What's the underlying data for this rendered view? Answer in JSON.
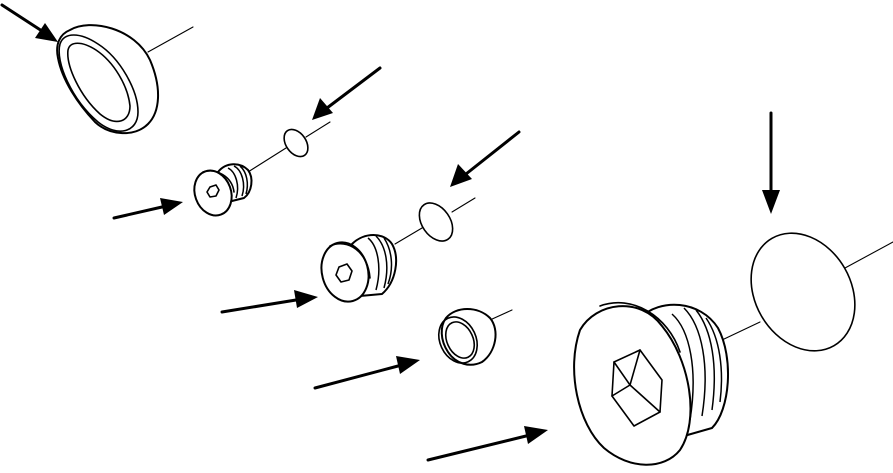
{
  "figure": {
    "kind": "exploded-view-line-drawing",
    "background": "#ffffff",
    "ink": "#000000",
    "labels": []
  },
  "parts": [
    {
      "id": "cap-large",
      "shape": "cylindrical cap"
    },
    {
      "id": "plug-small",
      "shape": "hex socket plug, small"
    },
    {
      "id": "o-ring-small",
      "shape": "o-ring"
    },
    {
      "id": "plug-medium",
      "shape": "hex socket plug, medium"
    },
    {
      "id": "o-ring-medium",
      "shape": "o-ring"
    },
    {
      "id": "cap-small",
      "shape": "cylindrical cap"
    },
    {
      "id": "plug-large",
      "shape": "hex socket plug, large"
    },
    {
      "id": "o-ring-large",
      "shape": "o-ring"
    }
  ],
  "callout_arrows": 8
}
